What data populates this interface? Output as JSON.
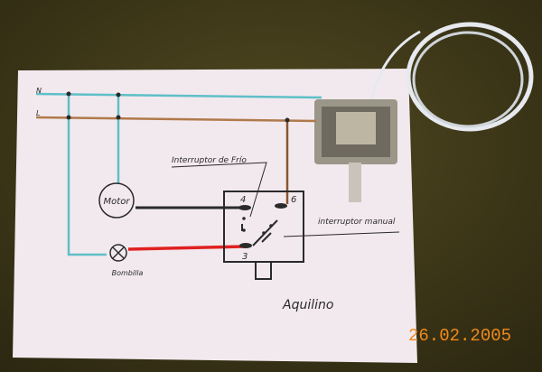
{
  "diagram": {
    "line_labels": {
      "neutral": "N",
      "live": "L"
    },
    "components": {
      "motor": "Motor",
      "lamp": "Bombilla"
    },
    "terminals": {
      "t4": "4",
      "t6": "6",
      "t3": "3"
    },
    "annotations": {
      "cold_switch": "Interruptor de Frío",
      "manual_switch": "interruptor manual"
    },
    "signature": "Aquilino"
  },
  "photo": {
    "date_stamp": "26.02.2005"
  },
  "colors": {
    "neutral_wire": "#5fbfc8",
    "live_wire": "#b07a4a",
    "lamp_wire": "#e02020",
    "motor_wire": "#2a2a2a",
    "date": "#f08a1a"
  }
}
